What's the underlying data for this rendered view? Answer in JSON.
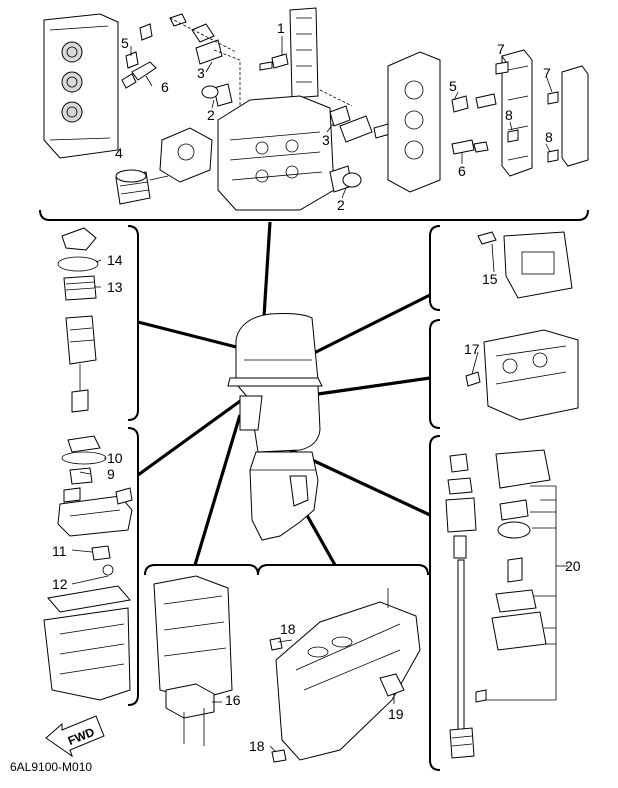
{
  "diagram_code": "6AL9100-M010",
  "fwd_label": "FWD",
  "callouts": {
    "c1": "1",
    "c2a": "2",
    "c2b": "2",
    "c3a": "3",
    "c3b": "3",
    "c4": "4",
    "c5a": "5",
    "c5b": "5",
    "c6a": "6",
    "c6b": "6",
    "c7a": "7",
    "c7b": "7",
    "c8a": "8",
    "c8b": "8",
    "c9": "9",
    "c10": "10",
    "c11": "11",
    "c12": "12",
    "c13": "13",
    "c14": "14",
    "c15": "15",
    "c16": "16",
    "c17": "17",
    "c18a": "18",
    "c18b": "18",
    "c19": "19",
    "c20": "20"
  }
}
